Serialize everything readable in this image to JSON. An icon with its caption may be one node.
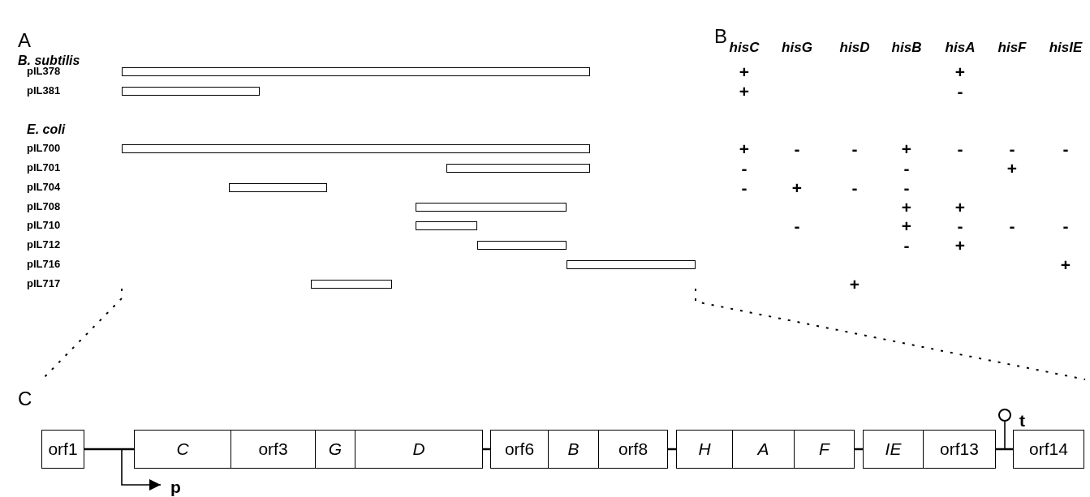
{
  "diagram": {
    "nodes": [
      {
        "text": [],
        "shape": "bar"
      },
      {
        "text": [],
        "shape": "bar"
      },
      {
        "text": [],
        "shape": "bar"
      },
      {
        "text": [],
        "shape": "bar"
      },
      {
        "text": [],
        "shape": "bar"
      },
      {
        "text": [],
        "shape": "bar"
      },
      {
        "text": [],
        "shape": "bar"
      },
      {
        "text": [],
        "shape": "bar"
      },
      {
        "text": [],
        "shape": "bar"
      },
      {
        "text": [],
        "shape": "bar"
      },
      {
        "text": [
          "orf1"
        ]
      },
      {
        "text": [
          "C"
        ]
      },
      {
        "text": [
          "orf3"
        ]
      },
      {
        "text": [
          "G"
        ]
      },
      {
        "text": [
          "D"
        ]
      },
      {
        "text": [
          "orf6"
        ]
      },
      {
        "text": [
          "B"
        ]
      },
      {
        "text": [
          "orf8"
        ]
      },
      {
        "text": [
          "H"
        ]
      },
      {
        "text": [
          "A"
        ]
      },
      {
        "text": [
          "F"
        ]
      },
      {
        "text": [
          "IE"
        ]
      },
      {
        "text": [
          "orf13"
        ]
      },
      {
        "text": [
          "orf14"
        ]
      }
    ],
    "edges": [
      {
        "from": 10,
        "to": 11,
        "arrow": "none"
      },
      {
        "from": 14,
        "to": 15,
        "arrow": "none"
      },
      {
        "from": 17,
        "to": 18,
        "arrow": "none"
      },
      {
        "from": 20,
        "to": 21,
        "arrow": "none"
      },
      {
        "from": 22,
        "to": 23,
        "arrow": "none"
      }
    ],
    "labels": [
      "A",
      "B. subtilis",
      "pIL378",
      "pIL381",
      "E. coli",
      "pIL700",
      "pIL701",
      "pIL704",
      "pIL708",
      "pIL710",
      "pIL712",
      "pIL716",
      "pIL717",
      "B",
      "hisC",
      "hisG",
      "hisD",
      "hisB",
      "hisA",
      "hisF",
      "hisIE",
      "+",
      "+",
      "+",
      "-",
      "+",
      "-",
      "-",
      "+",
      "-",
      "-",
      "-",
      "-",
      "-",
      "+",
      "-",
      "+",
      "-",
      "-",
      "+",
      "+",
      "-",
      "+",
      "-",
      "-",
      "-",
      "-",
      "+",
      "+",
      "+",
      "C",
      "t",
      "p"
    ]
  }
}
